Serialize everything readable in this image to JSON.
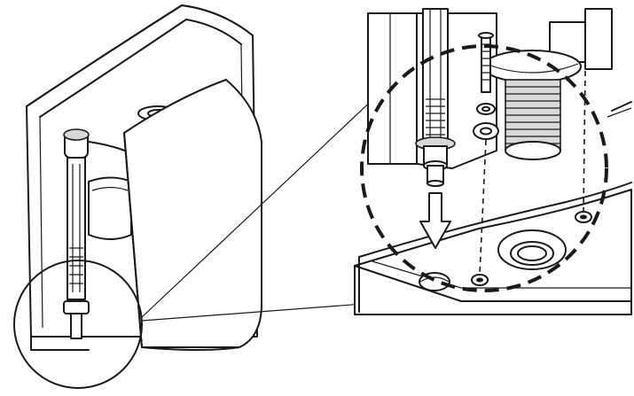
{
  "figure": {
    "overview": "toilet-tank-cutaway",
    "detail": "fill-valve-mounting-detail",
    "colors": {
      "ink": "#1a1a1a",
      "paper": "#ffffff",
      "shade": "#d8d8d8"
    },
    "callout": {
      "marker": "circle",
      "detail_outline": "dashed-circle",
      "direction": "arrow-down"
    }
  }
}
